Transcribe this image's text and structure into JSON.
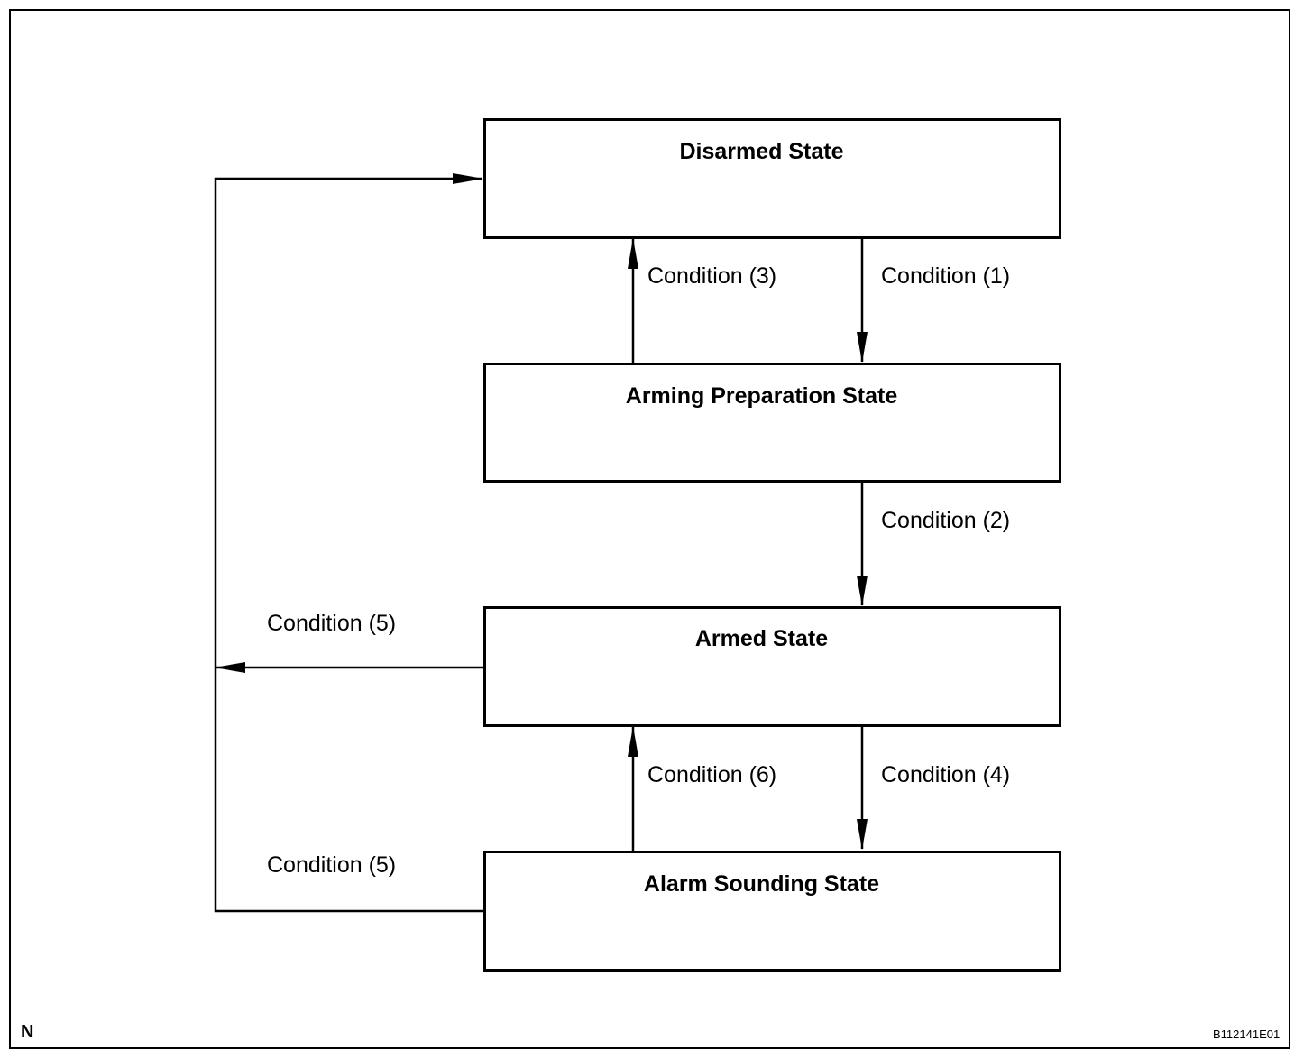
{
  "states": {
    "disarmed": "Disarmed State",
    "arming_preparation": "Arming Preparation State",
    "armed": "Armed State",
    "alarm_sounding": "Alarm Sounding State"
  },
  "conditions": {
    "c1": "Condition (1)",
    "c2": "Condition (2)",
    "c3": "Condition (3)",
    "c4": "Condition (4)",
    "c5_armed": "Condition (5)",
    "c5_alarm": "Condition (5)",
    "c6": "Condition (6)"
  },
  "footer": {
    "left_letter": "N",
    "figure_code": "B112141E01"
  }
}
